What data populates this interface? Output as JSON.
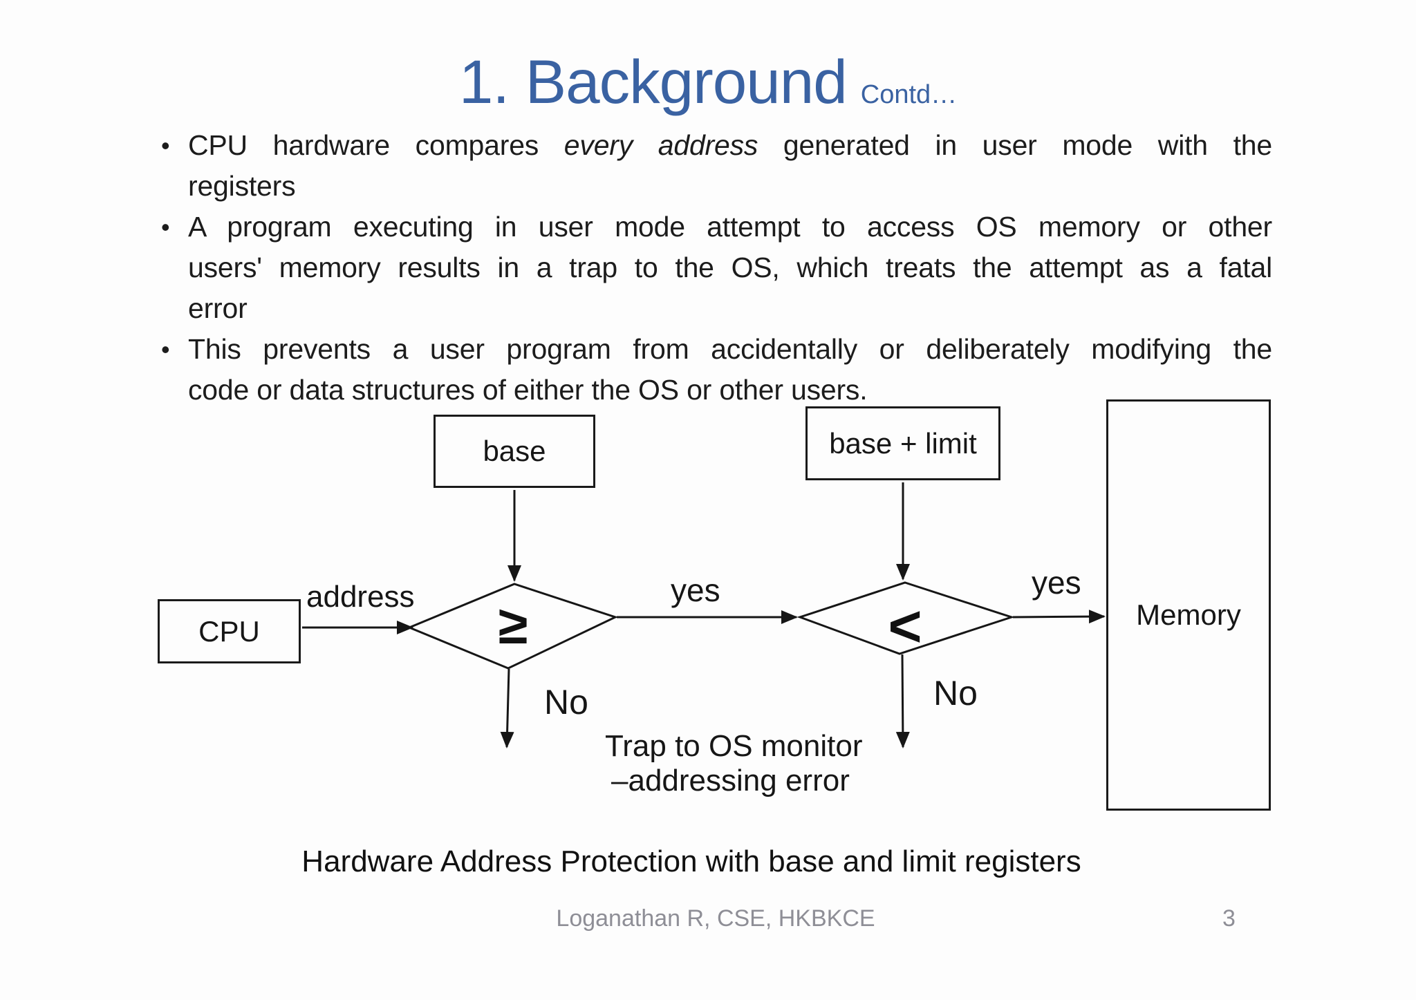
{
  "header": {
    "title": "1. Background",
    "subtitle": "Contd…"
  },
  "bullets": [
    {
      "marker": "•",
      "lines": [
        {
          "pre": "CPU hardware compares ",
          "em": "every address",
          "post": " generated in user mode with the"
        },
        {
          "text": "registers"
        }
      ]
    },
    {
      "marker": "•",
      "lines": [
        {
          "text": "A program executing in user mode attempt to access OS memory or other"
        },
        {
          "text": "users' memory results in a trap to the OS, which treats the attempt as a fatal"
        },
        {
          "text": "error"
        }
      ]
    },
    {
      "marker": "•",
      "lines": [
        {
          "text": "This prevents a user program from accidentally or deliberately modifying the"
        },
        {
          "text": "code or data structures of either the OS or other users."
        }
      ]
    }
  ],
  "diagram": {
    "boxes": {
      "base": "base",
      "base_limit": "base + limit",
      "cpu": "CPU",
      "memory": "Memory"
    },
    "decisions": {
      "gte": "≥",
      "lt": "<"
    },
    "labels": {
      "address": "address",
      "yes1": "yes",
      "yes2": "yes",
      "no1": "No",
      "no2": "No"
    },
    "trap_line1": "Trap to OS monitor",
    "trap_line2": "–addressing error",
    "caption": "Hardware Address Protection with base and limit registers"
  },
  "footer": {
    "author": "Loganathan R, CSE, HKBKCE",
    "page": "3"
  },
  "colors": {
    "title_blue": "#3a62a2",
    "body_text": "#1c1c1c",
    "line": "#161616",
    "muted_gray": "#8e8e96"
  }
}
